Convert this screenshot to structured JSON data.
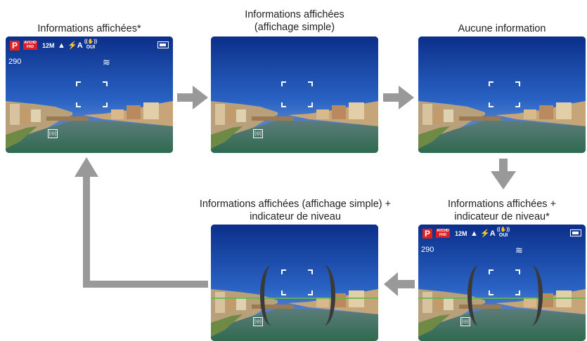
{
  "captions": {
    "screen1": "Informations affichées*",
    "screen2_line1": "Informations affichées",
    "screen2_line2": "(affichage simple)",
    "screen3": "Aucune information",
    "screen4_line1": "Informations affichées +",
    "screen4_line2": "indicateur de niveau*",
    "screen5_line1": "Informations affichées (affichage simple) +",
    "screen5_line2": "indicateur de niveau"
  },
  "osd": {
    "mode": "P",
    "video_format_top": "AVCHD",
    "video_format_bottom": "FHD",
    "picture_size": "12M",
    "flash": "⚡A",
    "stabilizer": "OUI",
    "shots_remaining": "290",
    "intelligent_exposure": "≋",
    "metering": "[◎]"
  },
  "colors": {
    "arrow": "#999999",
    "sky": "#1f54b6",
    "water": "#3d6b5a",
    "level_indicator": "#3a3a3a",
    "level_line": "#5db84a"
  }
}
